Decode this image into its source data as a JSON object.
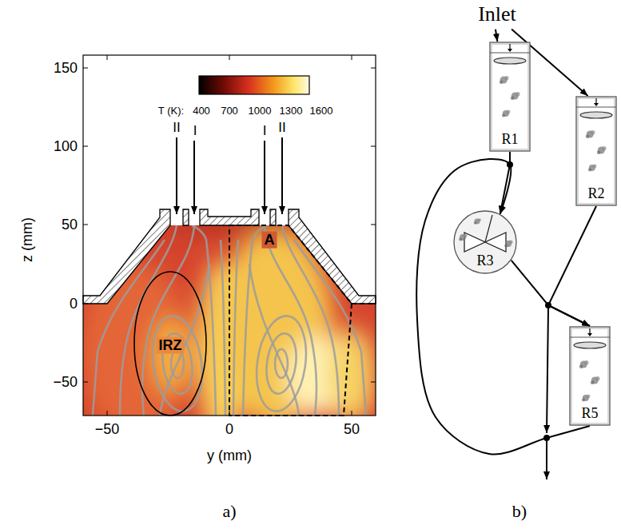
{
  "diagram": {
    "nodes": [
      {
        "text": [
          "Inlet"
        ]
      },
      {
        "text": [
          "R1"
        ]
      },
      {
        "text": [
          "R2"
        ]
      },
      {
        "text": [
          "R3"
        ]
      },
      {
        "text": [
          "R5"
        ]
      }
    ],
    "edges": [
      {
        "from": 0,
        "to": 1,
        "arrow": "to"
      },
      {
        "from": 0,
        "to": 2,
        "arrow": "to"
      },
      {
        "from": 1,
        "to": 3,
        "arrow": "to"
      },
      {
        "from": 3,
        "to": 4,
        "arrow": "to"
      },
      {
        "from": 2,
        "to": 4,
        "arrow": "to"
      },
      {
        "from": 4,
        "to": 3,
        "arrow": "to"
      }
    ],
    "labels": [
      "II",
      "I",
      "I",
      "II",
      "T (K):",
      "400",
      "700",
      "1000",
      "1300",
      "1600",
      "150",
      "100",
      "50",
      "0",
      "−50",
      "z (mm)",
      "−50",
      "0",
      "50",
      "y (mm)",
      "IRZ",
      "A",
      "a)",
      "b)"
    ]
  }
}
